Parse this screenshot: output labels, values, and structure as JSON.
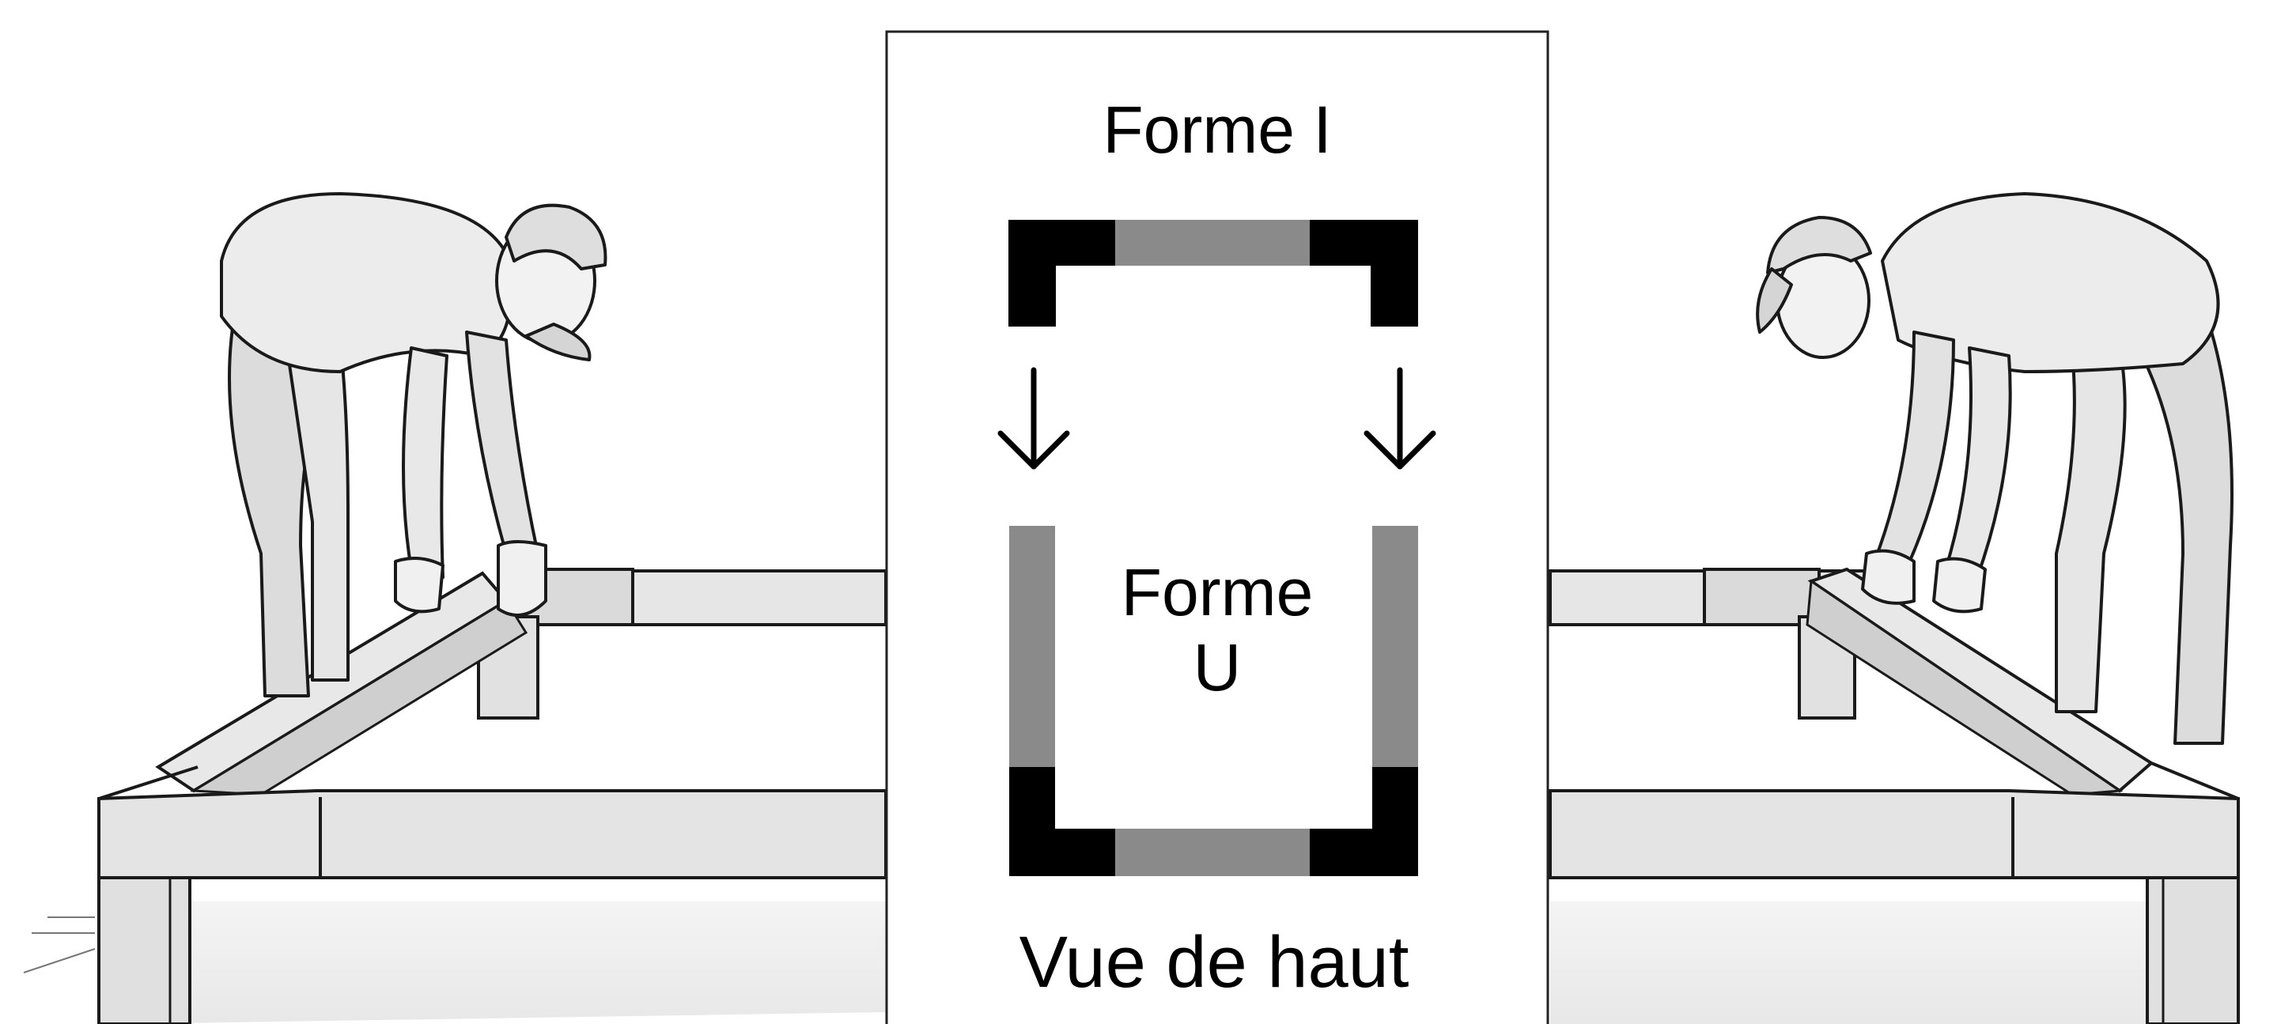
{
  "diagram": {
    "title_top": "Forme I",
    "title_middle_line1": "Forme",
    "title_middle_line2": "U",
    "caption_bottom": "Vue de haut",
    "colors": {
      "corner": "#000000",
      "straight_piece": "#8a8a8a",
      "panel_border": "#222222",
      "frame_face": "#e4e4e4",
      "frame_shade": "#c9c9c9",
      "line": "#1a1a1a"
    },
    "icons": [
      "arrow-down-icon",
      "arrow-down-icon"
    ]
  }
}
